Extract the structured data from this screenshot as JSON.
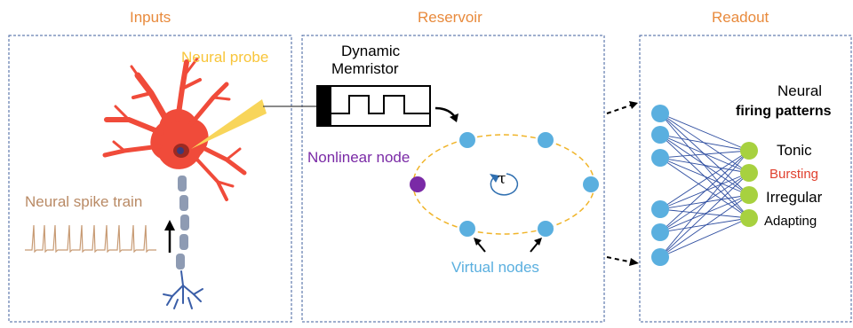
{
  "panels": {
    "inputs": "Inputs",
    "reservoir": "Reservoir",
    "readout": "Readout"
  },
  "inputs": {
    "probe_label": "Neural probe",
    "spike_label": "Neural spike train"
  },
  "reservoir": {
    "memristor_line1": "Dynamic",
    "memristor_line2": "Memristor",
    "nonlinear_label": "Nonlinear node",
    "tau_label": "τ",
    "virtual_label": "Virtual nodes"
  },
  "readout": {
    "title_line1": "Neural",
    "title_line2": "firing patterns",
    "outputs": [
      "Tonic",
      "Bursting",
      "Irregular",
      "Adapting"
    ]
  },
  "colors": {
    "panel_title": "#e88a3c",
    "neuron": "#f04b3a",
    "axon": "#8e9bb3",
    "dendrite_tail": "#3a5ea8",
    "probe": "#f8d55a",
    "spike": "#c79a73",
    "virtual_node": "#5aafdf",
    "nonlinear_node": "#7a2aa6",
    "ring": "#f0b429",
    "output_node": "#a7d13f",
    "bursting_text": "#e0412f",
    "network_edge": "#2f4ea0"
  }
}
